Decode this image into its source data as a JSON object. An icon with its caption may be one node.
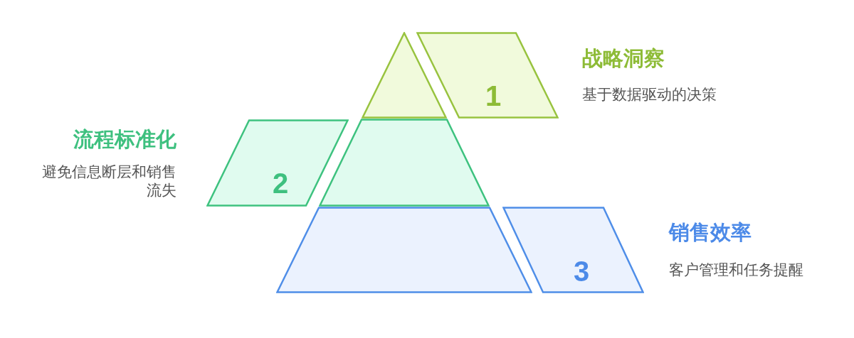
{
  "diagram": {
    "nodes": [
      {
        "text": [],
        "shape": "triangle"
      },
      {
        "text": [
          "1"
        ],
        "beside": [
          "战略洞察",
          "基于数据驱动的决策"
        ]
      },
      {
        "text": [
          "2"
        ],
        "beside": [
          "流程标准化",
          "避免信息断层和销售流失"
        ]
      },
      {
        "text": [],
        "shape": "trapezoid"
      },
      {
        "text": [],
        "shape": "trapezoid"
      },
      {
        "text": [
          "3"
        ],
        "beside": [
          "销售效率",
          "客户管理和任务提醒"
        ]
      }
    ]
  }
}
